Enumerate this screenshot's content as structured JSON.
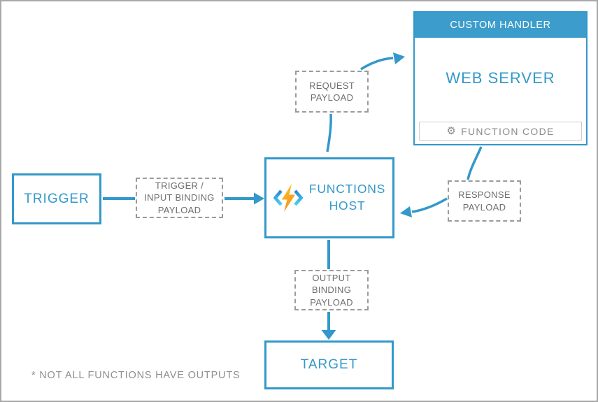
{
  "diagram": {
    "nodes": {
      "trigger": {
        "label": "TRIGGER"
      },
      "trigger_input_binding_payload": {
        "label": "TRIGGER /\nINPUT BINDING\nPAYLOAD"
      },
      "functions_host": {
        "label": "FUNCTIONS\nHOST"
      },
      "request_payload": {
        "label": "REQUEST\nPAYLOAD"
      },
      "custom_handler": {
        "header": "CUSTOM HANDLER",
        "web_server": "WEB SERVER",
        "function_code": "FUNCTION CODE"
      },
      "response_payload": {
        "label": "RESPONSE\nPAYLOAD"
      },
      "output_binding_payload": {
        "label": "OUTPUT\nBINDING\nPAYLOAD"
      },
      "target": {
        "label": "TARGET"
      }
    },
    "note": "* NOT ALL FUNCTIONS HAVE OUTPUTS",
    "icons": {
      "functions_host_icon": "azure-functions-lightning",
      "function_code_icon": "gear",
      "gear_glyph": "⚙"
    },
    "colors": {
      "accent_blue": "#3398CA",
      "header_blue": "#3C9CCB",
      "dashed_border_gray": "#9B9B9B",
      "label_gray": "#6E6E6E",
      "note_gray": "#8F8F8F",
      "bolt_orange": "#F57F17",
      "bolt_yellow": "#FFC928"
    }
  }
}
